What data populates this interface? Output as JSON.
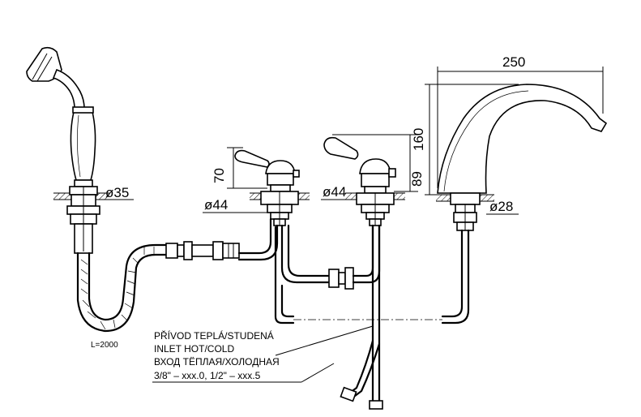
{
  "dimensions": {
    "spout_length": "250",
    "spout_height": "160",
    "handle_left_height": "70",
    "handle_right_height": "89",
    "diameter_hand_shower": "ø35",
    "diameter_left_valve": "ø44",
    "diameter_right_valve": "ø44",
    "diameter_spout": "ø28"
  },
  "hose_length": "L=2000",
  "inlet_note": {
    "line1": "PŘÍVOD TEPLÁ/STUDENÁ",
    "line2": "INLET HOT/COLD",
    "line3": "ВХОД ТЁПЛАЯ/ХОЛОДНАЯ",
    "line4": "3/8\"  –  xxx.0,  1/2\"  –  xxx.5"
  }
}
